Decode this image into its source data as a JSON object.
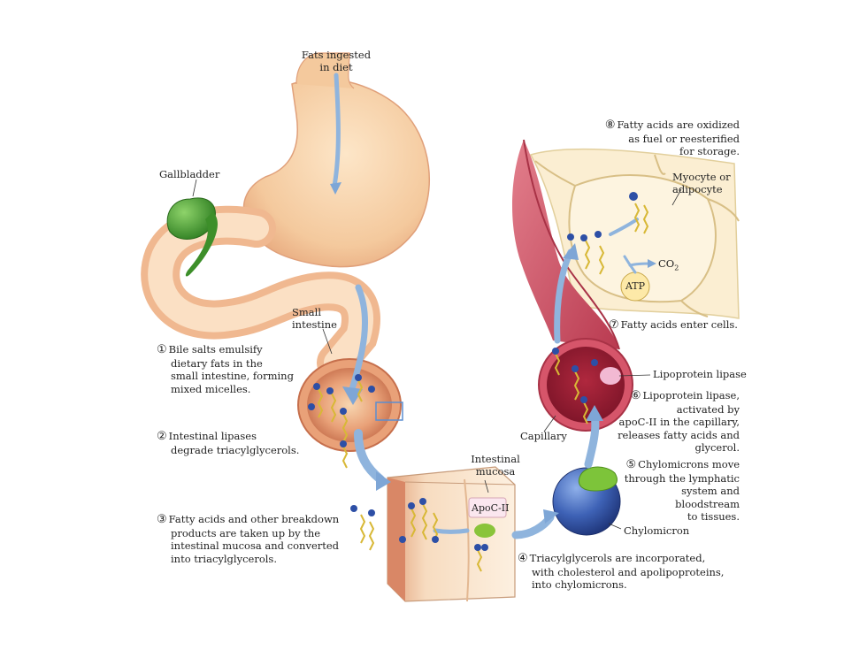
{
  "labels": {
    "fats_ingested": [
      "Fats ingested",
      "in diet"
    ],
    "gallbladder": "Gallbladder",
    "small_intestine": [
      "Small",
      "intestine"
    ],
    "intestinal_mucosa": [
      "Intestinal",
      "mucosa"
    ],
    "apoc2": "ApoC-II",
    "chylomicron": "Chylomicron",
    "capillary": "Capillary",
    "lipoprotein_lipase": "Lipoprotein lipase",
    "myocyte": [
      "Myocyte or",
      "adipocyte"
    ],
    "co2": "CO",
    "co2_sub": "2",
    "atp": "ATP"
  },
  "steps": [
    {
      "num": "①",
      "lines": [
        "Bile salts emulsify",
        "dietary fats in the",
        "small intestine, forming",
        "mixed micelles."
      ]
    },
    {
      "num": "②",
      "lines": [
        "Intestinal lipases",
        "degrade triacylglycerols."
      ]
    },
    {
      "num": "③",
      "lines": [
        "Fatty acids and other breakdown",
        "products are taken up by the",
        "intestinal mucosa and converted",
        "into triacylglycerols."
      ]
    },
    {
      "num": "④",
      "lines": [
        "Triacylglycerols are incorporated,",
        "with cholesterol and apolipoproteins,",
        "into chylomicrons."
      ]
    },
    {
      "num": "⑤",
      "lines": [
        "Chylomicrons move",
        "through the lymphatic",
        "system and",
        "bloodstream",
        "to tissues."
      ]
    },
    {
      "num": "⑥",
      "lines": [
        "Lipoprotein lipase,",
        "activated by",
        "apoC-II in the capillary,",
        "releases fatty acids and",
        "glycerol."
      ]
    },
    {
      "num": "⑦",
      "lines": [
        "Fatty acids enter cells."
      ]
    },
    {
      "num": "⑧",
      "lines": [
        "Fatty acids are oxidized",
        "as fuel or reesterified",
        "for storage."
      ]
    }
  ],
  "colors": {
    "stomach": "#f4c9a0",
    "gallbladder": "#3f9a2c",
    "arrow": "#8fb4dd",
    "capillary": "#d6556a",
    "cell_bg": "#fbeed2",
    "chylomicron": "#3f5fb0",
    "fatty_acid": "#d8b836",
    "head": "#2d4fa6"
  }
}
